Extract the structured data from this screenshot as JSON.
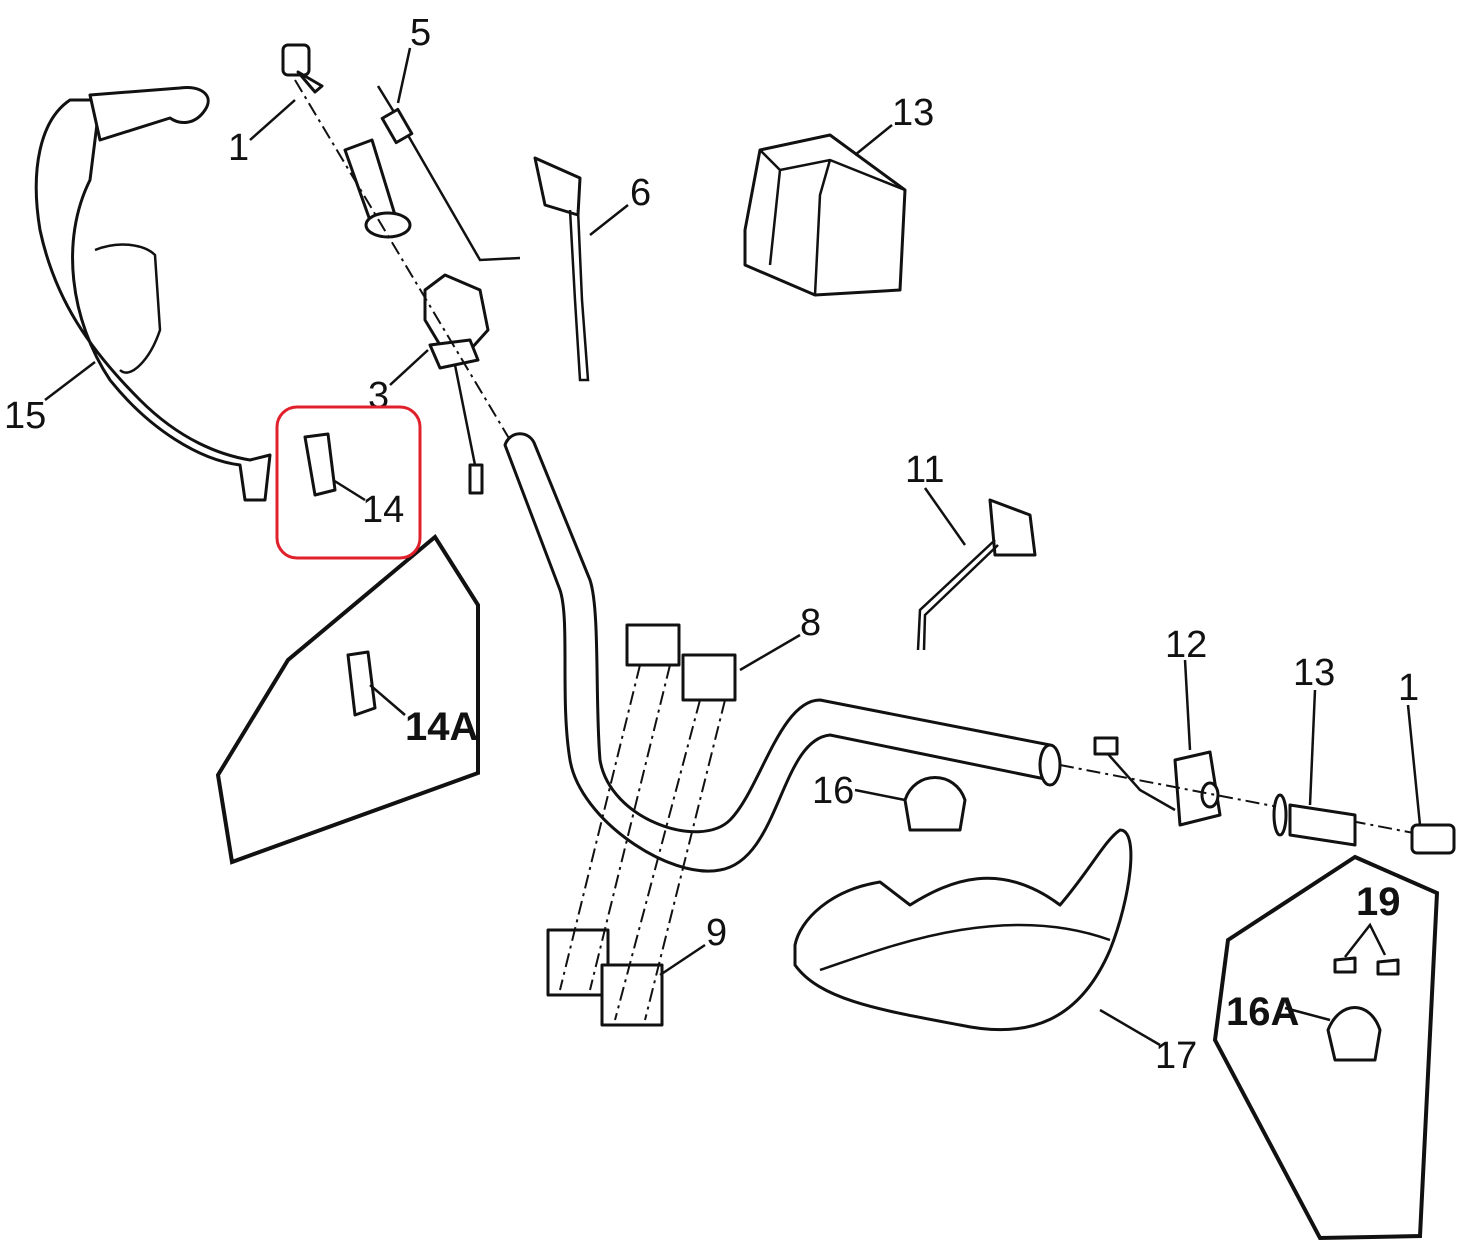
{
  "diagram": {
    "callouts": [
      {
        "id": "c1a",
        "label": "1"
      },
      {
        "id": "c5",
        "label": "5"
      },
      {
        "id": "c13a",
        "label": "13"
      },
      {
        "id": "c6",
        "label": "6"
      },
      {
        "id": "c15",
        "label": "15"
      },
      {
        "id": "c3",
        "label": "3"
      },
      {
        "id": "c14",
        "label": "14"
      },
      {
        "id": "c14a",
        "label": "14A"
      },
      {
        "id": "c11",
        "label": "11"
      },
      {
        "id": "c8",
        "label": "8"
      },
      {
        "id": "c12",
        "label": "12"
      },
      {
        "id": "c13b",
        "label": "13"
      },
      {
        "id": "c1b",
        "label": "1"
      },
      {
        "id": "c16",
        "label": "16"
      },
      {
        "id": "c9",
        "label": "9"
      },
      {
        "id": "c17",
        "label": "17"
      },
      {
        "id": "c19",
        "label": "19"
      },
      {
        "id": "c16a",
        "label": "16A"
      }
    ],
    "highlight_color": "#e0202a"
  }
}
